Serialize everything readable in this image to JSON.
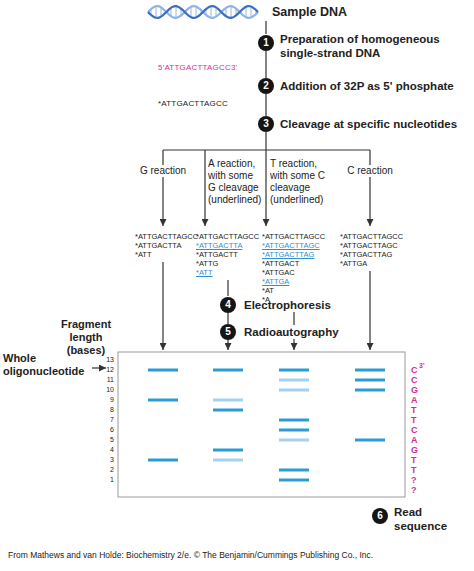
{
  "diagram": {
    "nodes": [
      {
        "text": [
          "1",
          "Preparation of homogeneous single-strand DNA"
        ]
      },
      {
        "text": [
          "2",
          "Addition of 32P as 5' phosphate"
        ]
      },
      {
        "text": [
          "3",
          "Cleavage at specific nucleotides"
        ]
      },
      {
        "text": [
          "4",
          "Electrophoresis"
        ]
      },
      {
        "text": [
          "5",
          "Radioautography"
        ]
      },
      {
        "text": [
          "6",
          "Read sequence"
        ]
      }
    ],
    "edges": [
      {
        "from": 0,
        "to": 1,
        "arrow": "none"
      },
      {
        "from": 1,
        "to": 2,
        "arrow": "none"
      },
      {
        "from": 3,
        "to": 4,
        "arrow": "none"
      }
    ],
    "labels": [
      "Sample DNA",
      "5'ATTGACTTAGCC3'",
      "*ATTGACTTAGCC",
      "G reaction",
      "A reaction, with some G cleavage (underlined)",
      "T reaction, with some C cleavage (underlined)",
      "C reaction",
      "*ATTGACTTAGCC",
      "*ATTGACTTA",
      "*ATT",
      "*ATTGACTTAGCC",
      "*ATTGACTTA",
      "*ATTGACTT",
      "*ATTG",
      "*ATT",
      "*ATTGACTTAGCC",
      "*ATTGACTTAGC",
      "*ATTGACTTAG",
      "*ATTGACT",
      "*ATTGAC",
      "*ATTGA",
      "*AT",
      "*A",
      "*ATTGACTTAGCC",
      "*ATTGACTTAGC",
      "*ATTGACTTAG",
      "*ATTGA",
      "Fragment length (bases)",
      "Whole oligonucleotide",
      "13",
      "12",
      "11",
      "10",
      "9",
      "8",
      "7",
      "6",
      "5",
      "4",
      "3",
      "2",
      "1",
      "C",
      "3'",
      "C",
      "G",
      "A",
      "T",
      "T",
      "C",
      "A",
      "G",
      "T",
      "T",
      "?",
      "?",
      "From Mathews and van Holde: Biochemistry 2/e. © The Benjamin/Cummings Publishing Co., Inc."
    ]
  }
}
